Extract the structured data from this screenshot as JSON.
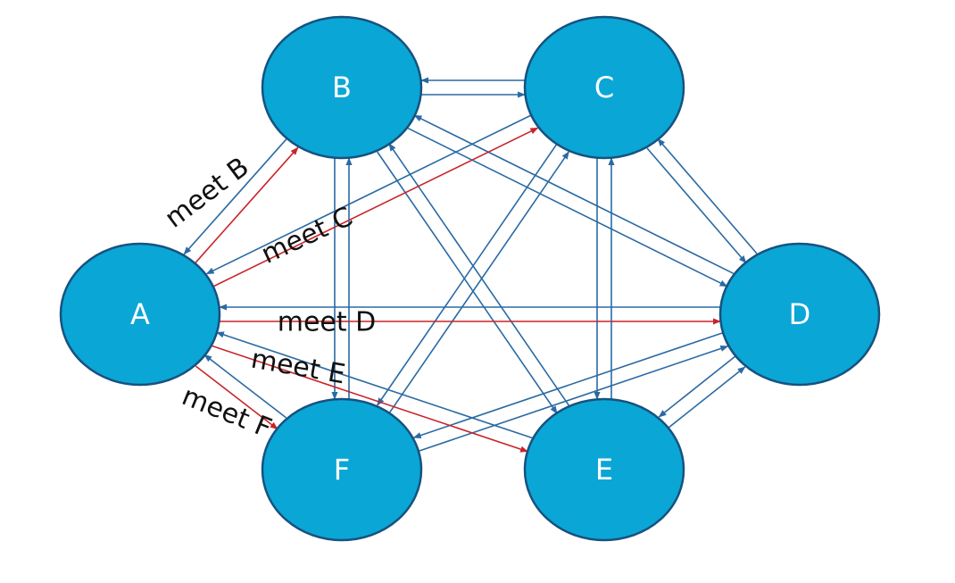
{
  "nodes": [
    {
      "id": "A",
      "label": "A"
    },
    {
      "id": "B",
      "label": "B"
    },
    {
      "id": "C",
      "label": "C"
    },
    {
      "id": "D",
      "label": "D"
    },
    {
      "id": "E",
      "label": "E"
    },
    {
      "id": "F",
      "label": "F"
    }
  ],
  "messages": [
    {
      "from": "A",
      "to": "B",
      "label": "meet B"
    },
    {
      "from": "A",
      "to": "C",
      "label": "meet C"
    },
    {
      "from": "A",
      "to": "D",
      "label": "meet D"
    },
    {
      "from": "A",
      "to": "E",
      "label": "meet E"
    },
    {
      "from": "A",
      "to": "F",
      "label": "meet F"
    }
  ],
  "links": [
    {
      "from": "B",
      "to": "A"
    },
    {
      "from": "C",
      "to": "A"
    },
    {
      "from": "D",
      "to": "A"
    },
    {
      "from": "E",
      "to": "A"
    },
    {
      "from": "F",
      "to": "A"
    },
    {
      "from": "B",
      "to": "C"
    },
    {
      "from": "C",
      "to": "B"
    },
    {
      "from": "B",
      "to": "D"
    },
    {
      "from": "D",
      "to": "B"
    },
    {
      "from": "B",
      "to": "E"
    },
    {
      "from": "E",
      "to": "B"
    },
    {
      "from": "B",
      "to": "F"
    },
    {
      "from": "F",
      "to": "B"
    },
    {
      "from": "C",
      "to": "D"
    },
    {
      "from": "D",
      "to": "C"
    },
    {
      "from": "C",
      "to": "E"
    },
    {
      "from": "E",
      "to": "C"
    },
    {
      "from": "C",
      "to": "F"
    },
    {
      "from": "F",
      "to": "C"
    },
    {
      "from": "D",
      "to": "E"
    },
    {
      "from": "E",
      "to": "D"
    },
    {
      "from": "D",
      "to": "F"
    },
    {
      "from": "F",
      "to": "D"
    }
  ],
  "colors": {
    "node_fill": "#0aa6d6",
    "node_stroke": "#17527f",
    "message_edge": "#c8242a",
    "link_edge": "#2a6aa3"
  }
}
